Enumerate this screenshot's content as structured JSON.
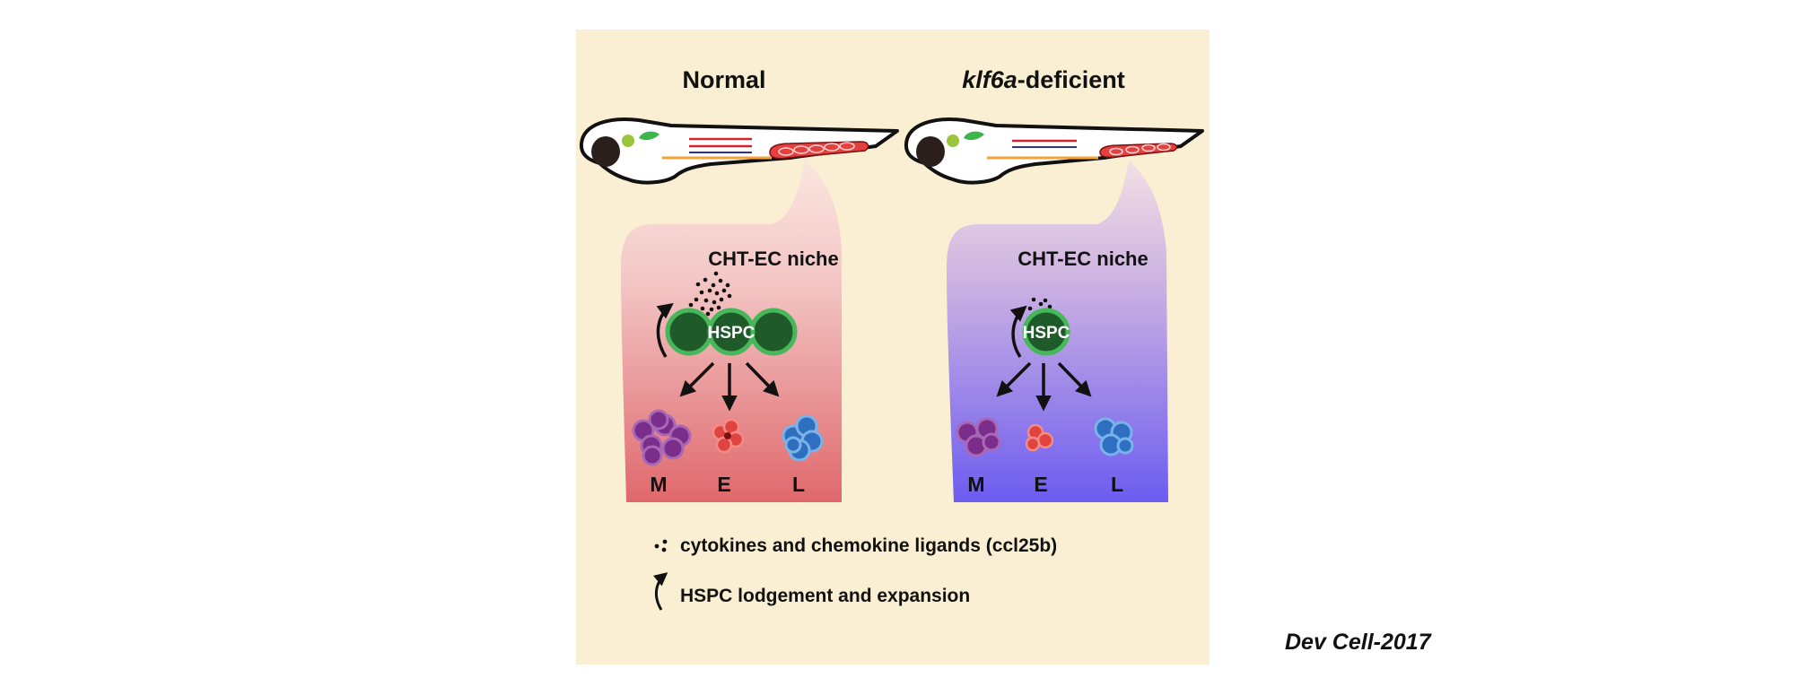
{
  "panels": [
    {
      "title_prefix": "",
      "title_gene": "",
      "title_suffix": "Normal",
      "niche_label": "CHT-EC niche",
      "cell_label": "HSPC",
      "lineages": [
        "M",
        "E",
        "L"
      ]
    },
    {
      "title_prefix": "",
      "title_gene": "klf6a",
      "title_suffix": "-deficient",
      "niche_label": "CHT-EC niche",
      "cell_label": "HSPC",
      "lineages": [
        "M",
        "E",
        "L"
      ]
    }
  ],
  "legend": {
    "dots_text": "cytokines and chemokine ligands (ccl25b)",
    "arrow_text": "HSPC lodgement and expansion"
  },
  "citation": "Dev Cell-2017",
  "colors": {
    "panel_background": "#fbefd3",
    "normal_niche_top": "#f7d6d4",
    "normal_niche_bottom": "#e0686c",
    "deficient_niche_top": "#e8d3e2",
    "deficient_niche_bottom": "#6c5cf0",
    "hspc_fill": "#1f5a2b",
    "hspc_ring": "#48b75a",
    "myeloid": "#7b2d8b",
    "erythroid": "#e0443f",
    "lymphoid": "#2f6fc0"
  }
}
